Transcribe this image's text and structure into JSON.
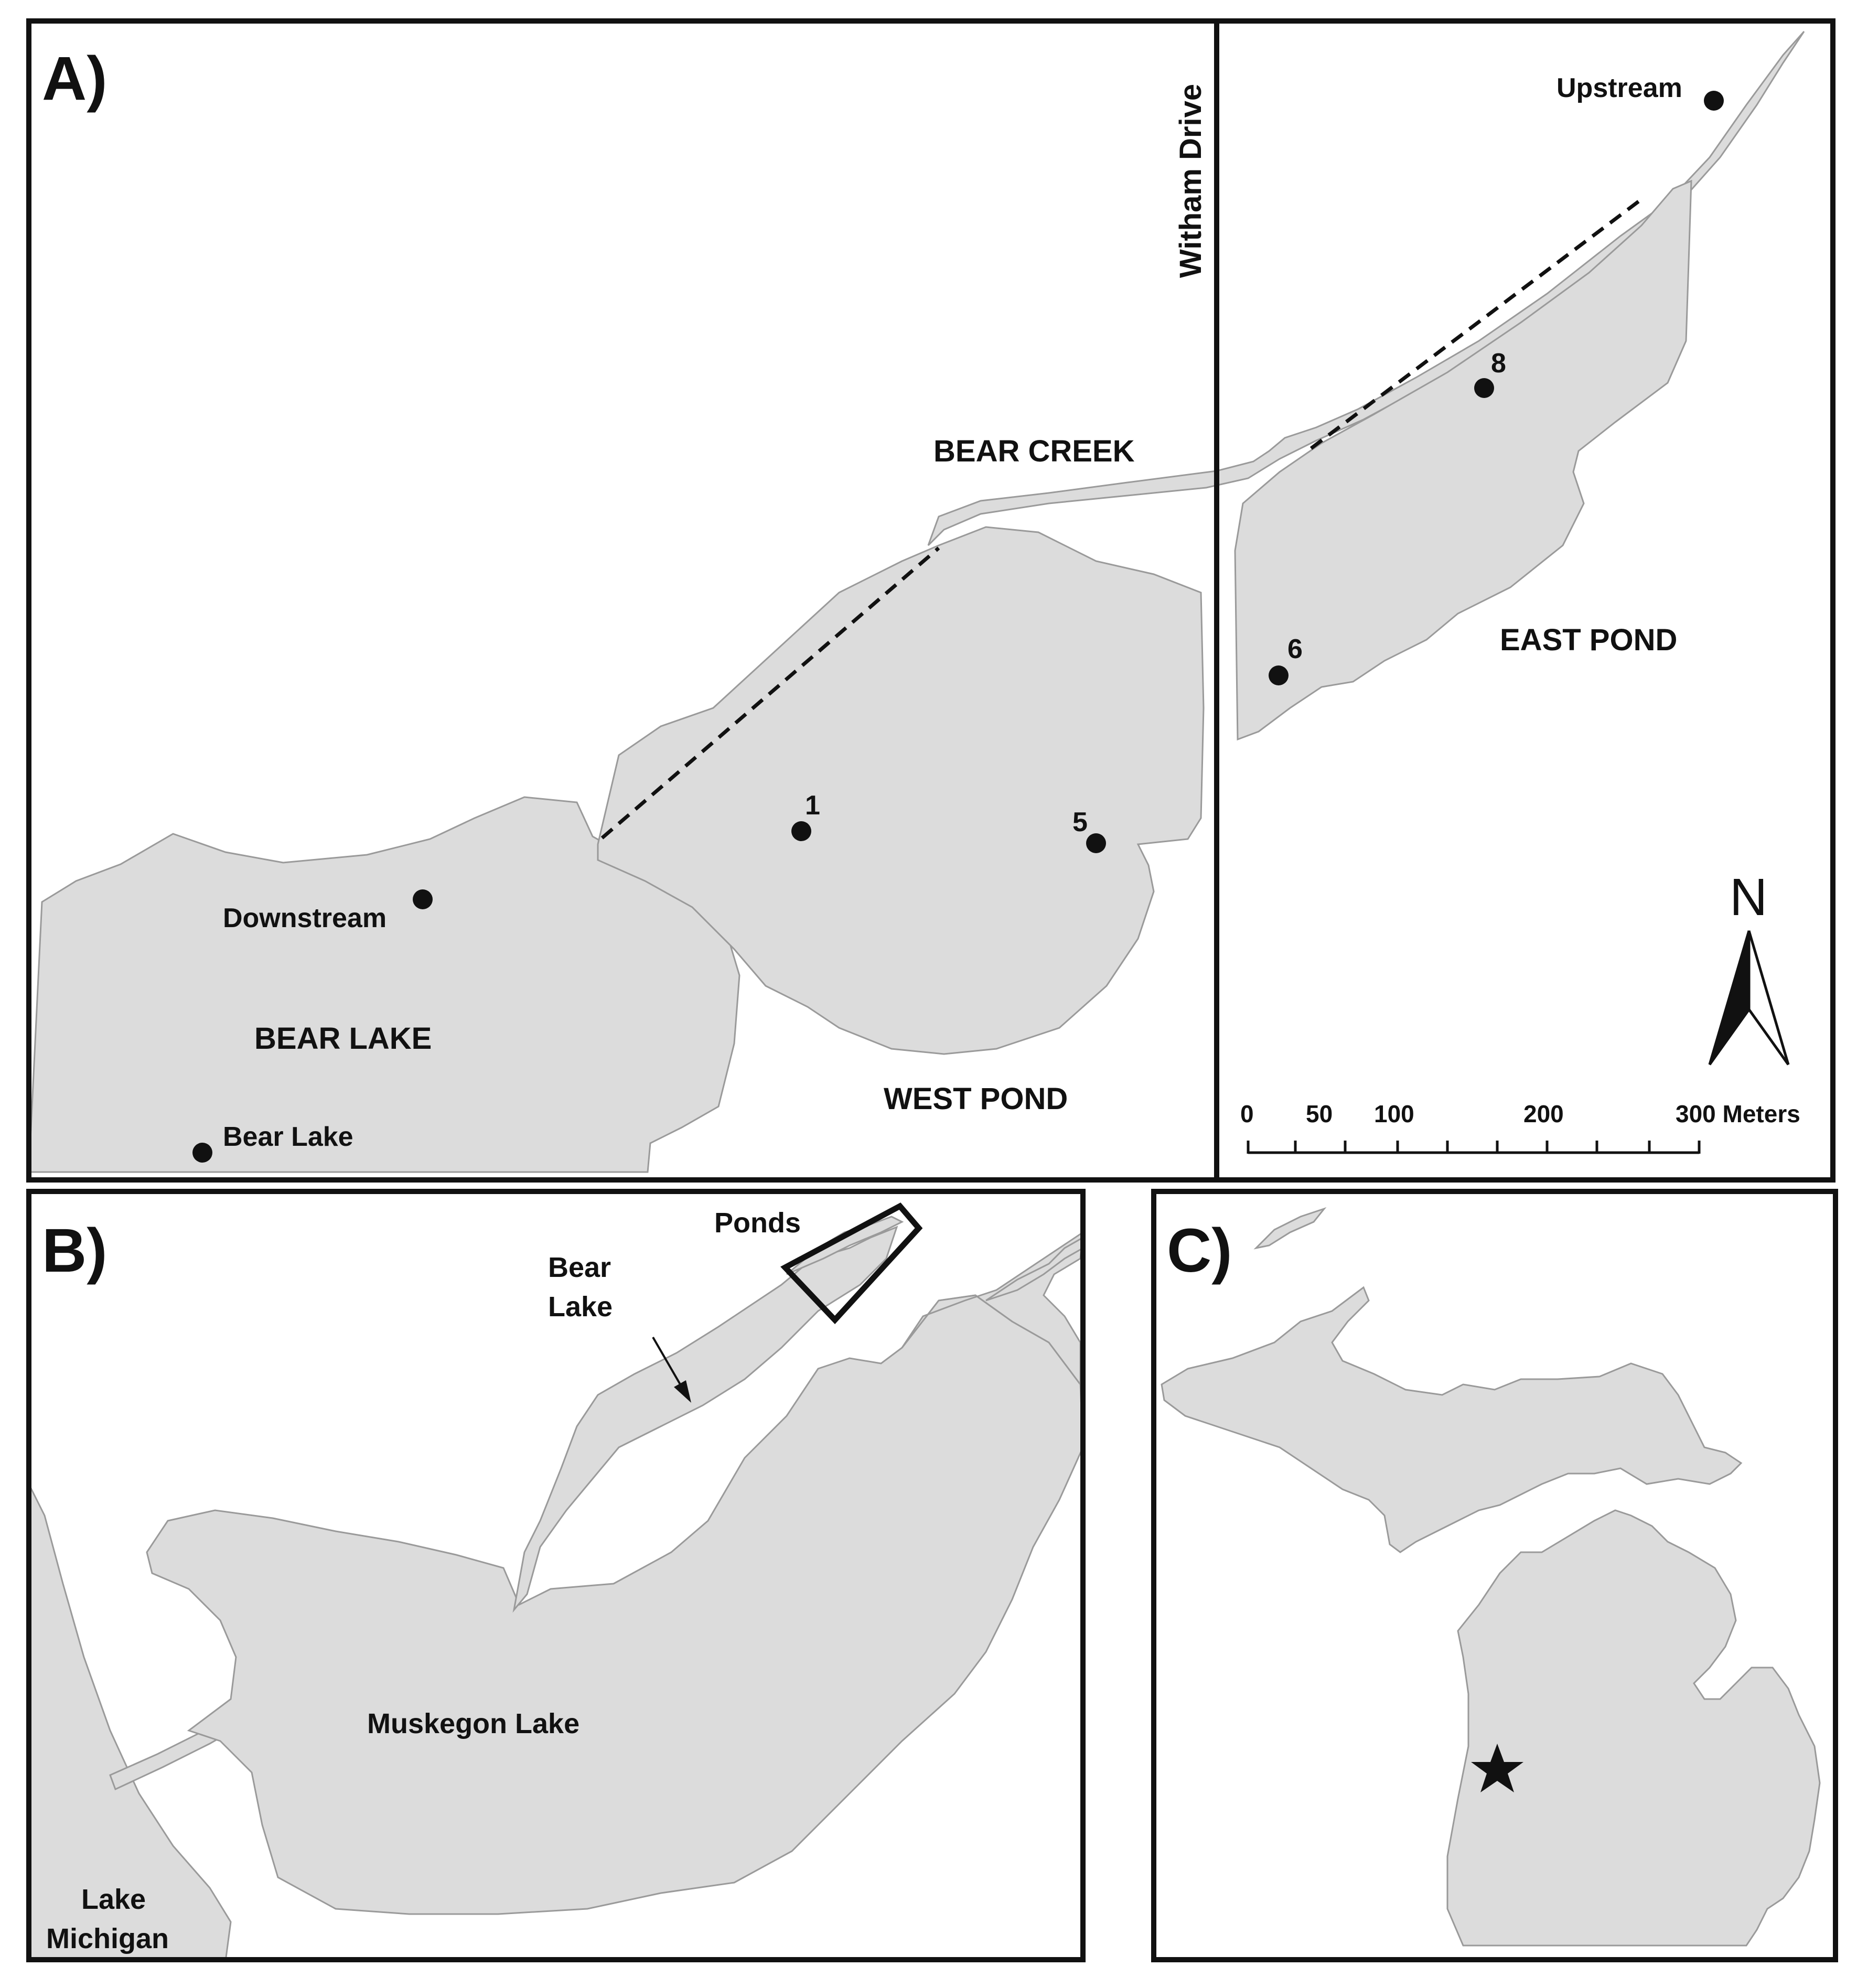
{
  "panel_a": {
    "label": "A)",
    "road_label": "Witham Drive",
    "creek_label": "BEAR CREEK",
    "west_pond_label": "WEST POND",
    "east_pond_label": "EAST POND",
    "lake_label": "BEAR LAKE",
    "sites": {
      "s1": "1",
      "s5": "5",
      "s6": "6",
      "s8": "8",
      "upstream": "Upstream",
      "downstream": "Downstream",
      "bear_lake": "Bear Lake"
    },
    "north_label": "N",
    "scale_bar": {
      "ticks": [
        "0",
        "50",
        "100",
        "200",
        "300 Meters"
      ]
    }
  },
  "panel_b": {
    "label": "B)",
    "ponds_label": "Ponds",
    "bear_lake_line1": "Bear",
    "bear_lake_line2": "Lake",
    "muskegon_label": "Muskegon Lake",
    "lake_michigan_line1": "Lake",
    "lake_michigan_line2": "Michigan"
  },
  "panel_c": {
    "label": "C)"
  },
  "colors": {
    "water": "#dcdcdc",
    "shore": "#9a9a9a",
    "ink": "#111111",
    "land": "#ffffff"
  }
}
